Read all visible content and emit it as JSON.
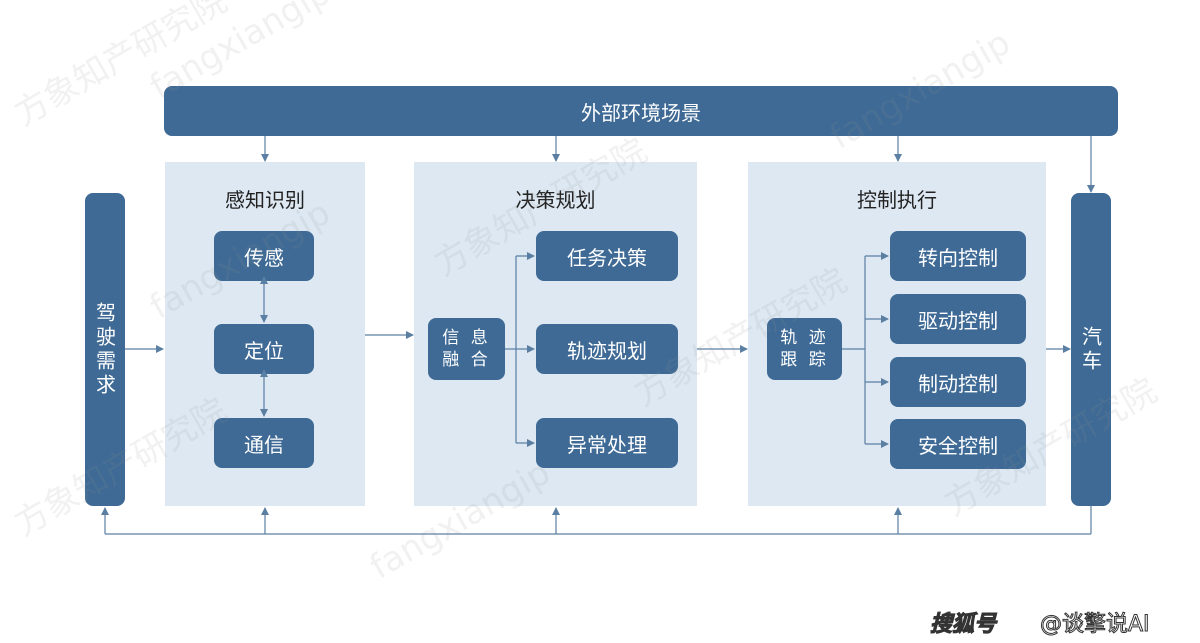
{
  "top_bar": {
    "label": "外部环境场景"
  },
  "left_bar": {
    "label": "驾驶需求"
  },
  "right_bar": {
    "label": "汽车"
  },
  "perception": {
    "title": "感知识别",
    "items": [
      "传感",
      "定位",
      "通信"
    ]
  },
  "planning": {
    "title": "决策规划",
    "fusion": "信息融合",
    "fusion_lines": [
      "信 息",
      "融 合"
    ],
    "items": [
      "任务决策",
      "轨迹规划",
      "异常处理"
    ]
  },
  "control": {
    "title": "控制执行",
    "tracking_lines": [
      "轨 迹",
      "跟 踪"
    ],
    "items": [
      "转向控制",
      "驱动控制",
      "制动控制",
      "安全控制"
    ]
  },
  "watermark": {
    "text": "方象知产研究院",
    "text2": "fangxiangip"
  },
  "footer": {
    "logo": "搜狐号",
    "author": "@谈擎说AI"
  },
  "colors": {
    "box": "#3e6a95",
    "panel": "#dde8f3",
    "arrow": "#5a7fa3"
  }
}
